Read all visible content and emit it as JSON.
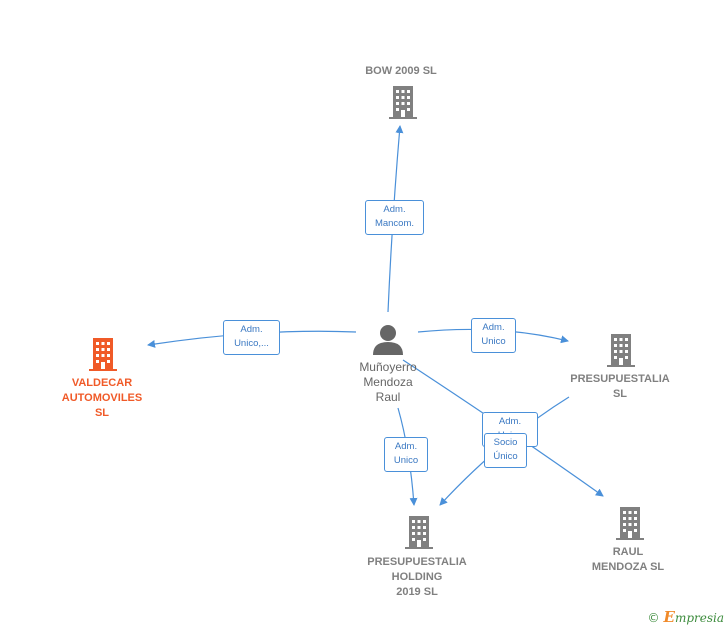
{
  "nodes": {
    "bow": {
      "label": "BOW 2009 SL"
    },
    "valdecar": {
      "label": "VALDECAR\nAUTOMOVILES\nSL"
    },
    "person": {
      "label": "Muñoyerro\nMendoza\nRaul"
    },
    "presupuestalia": {
      "label": "PRESUPUESTALIA\nSL"
    },
    "holding": {
      "label": "PRESUPUESTALIA\nHOLDING\n2019  SL"
    },
    "raul": {
      "label": "RAUL\nMENDOZA  SL"
    }
  },
  "edges": {
    "bow": "Adm.\nMancom.",
    "valdecar": "Adm.\nUnico,...",
    "presupuestalia": "Adm.\nUnico",
    "holding": "Adm.\nUnico",
    "raul": "Adm.\nUnico",
    "socio": "Socio\nÚnico"
  },
  "colors": {
    "edge": "#4a90d9",
    "company": "#808080",
    "company_active": "#f05a28",
    "person": "#666666"
  },
  "footer": {
    "copyright": "©",
    "brand_first": "E",
    "brand_rest": "mpresia"
  }
}
